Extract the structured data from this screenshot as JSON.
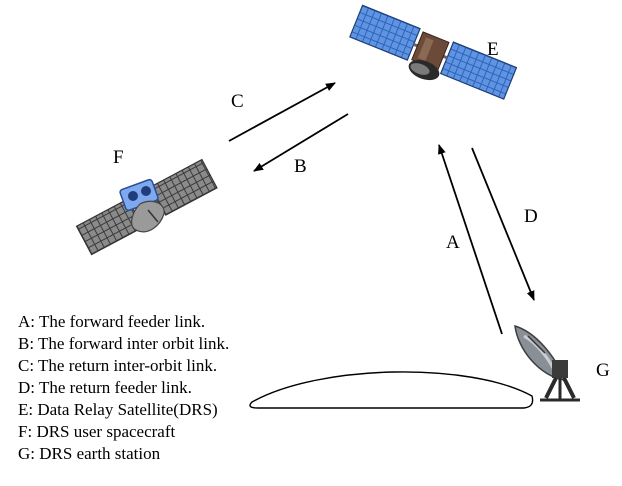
{
  "labels": {
    "e": "E",
    "f": "F",
    "g": "G",
    "a": "A",
    "b": "B",
    "c": "C",
    "d": "D"
  },
  "legend": [
    {
      "key": "A:",
      "text": "The forward feeder link."
    },
    {
      "key": "B:",
      "text": "The forward inter orbit link."
    },
    {
      "key": "C:",
      "text": "The return inter-orbit link."
    },
    {
      "key": "D:",
      "text": "The return feeder link."
    },
    {
      "key": "E:",
      "text": "Data Relay Satellite(DRS)"
    },
    {
      "key": "F:",
      "text": "DRS user spacecraft"
    },
    {
      "key": "G:",
      "text": "DRS earth station"
    }
  ],
  "icons": {
    "drs": "relay-satellite-icon",
    "user": "user-spacecraft-icon",
    "ground": "satellite-dish-icon"
  }
}
